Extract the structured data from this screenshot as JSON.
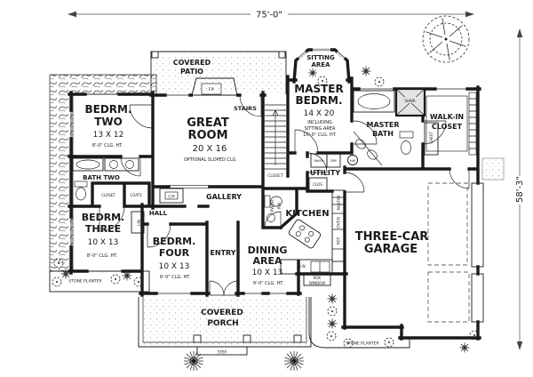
{
  "dims": {
    "width": "75'-0\"",
    "height": "58'-3\""
  },
  "rooms": {
    "covered_patio": {
      "line1": "COVERED",
      "line2": "PATIO"
    },
    "fp": {
      "label": "F.P."
    },
    "great_room": {
      "line1": "GREAT",
      "line2": "ROOM",
      "size": "20 X 16",
      "note": "OPTIONAL SLOPED CLG."
    },
    "stairs": {
      "label": "STAIRS"
    },
    "stairs_closet": {
      "label": "CLOSET"
    },
    "bedrm_two": {
      "line1": "BEDRM.",
      "line2": "TWO",
      "size": "13 X 12",
      "note": "8'-0\" CLG. HT."
    },
    "bath_two": {
      "label": "BATH TWO"
    },
    "closet": {
      "label": "CLOSET"
    },
    "coats": {
      "label": "COATS"
    },
    "hall": {
      "label": "HALL"
    },
    "lin": {
      "label": "LIN."
    },
    "ch": {
      "label": "C/H"
    },
    "gallery": {
      "label": "GALLERY"
    },
    "bedrm_three": {
      "line1": "BEDRM.",
      "line2": "THREE",
      "size": "10 X 13",
      "note": "8'-0\" CLG. HT."
    },
    "bedrm_four": {
      "line1": "BEDRM.",
      "line2": "FOUR",
      "size": "10 X 13",
      "note": "9'-0\" CLG. HT."
    },
    "entry": {
      "label": "ENTRY"
    },
    "dining_area": {
      "line1": "DINING",
      "line2": "AREA",
      "size": "10 X 13",
      "note": "9'-0\" CLG. HT."
    },
    "kitchen": {
      "label": "KITCHEN"
    },
    "pwdr": {
      "line1": "PWDR.",
      "line2": "RM."
    },
    "pantry": {
      "label": "PANTRY"
    },
    "oven": {
      "label": "OVEN"
    },
    "ref": {
      "label": "REF."
    },
    "dw": {
      "label": "D.W."
    },
    "box_window": {
      "line1": "BOX",
      "line2": "WINDOW"
    },
    "utility": {
      "label": "UTILITY"
    },
    "wash": {
      "label": "WASH"
    },
    "dry": {
      "label": "DRY"
    },
    "hw": {
      "label": "HW"
    },
    "clos": {
      "label": "CLOS."
    },
    "sitting_area": {
      "line1": "SITTING",
      "line2": "AREA"
    },
    "master_bedrm": {
      "line1": "MASTER",
      "line2": "BEDRM.",
      "size": "14 X 20",
      "note1": "INCLUDING",
      "note2": "SITTING AREA",
      "note3": "10'-0\" CLG. HT."
    },
    "master_bath": {
      "line1": "MASTER",
      "line2": "BATH"
    },
    "shwr": {
      "label": "SHWR."
    },
    "walk_in_closet": {
      "line1": "WALK-IN",
      "line2": "CLOSET"
    },
    "chest": {
      "label": "CHEST"
    },
    "garage": {
      "line1": "THREE-CAR",
      "line2": "GARAGE"
    },
    "covered_porch": {
      "line1": "COVERED",
      "line2": "PORCH"
    },
    "step": {
      "label": "STEP"
    },
    "stone_planter_left": {
      "label": "STONE PLANTER"
    },
    "stone_planter_right": {
      "label": "STONE PLANTER"
    }
  },
  "colors": {
    "ink": "#1a1a1a",
    "paper": "#ffffff",
    "dimension": "#777777",
    "door_shade": "#e2e2e2",
    "texture_dot": "#adadad"
  }
}
